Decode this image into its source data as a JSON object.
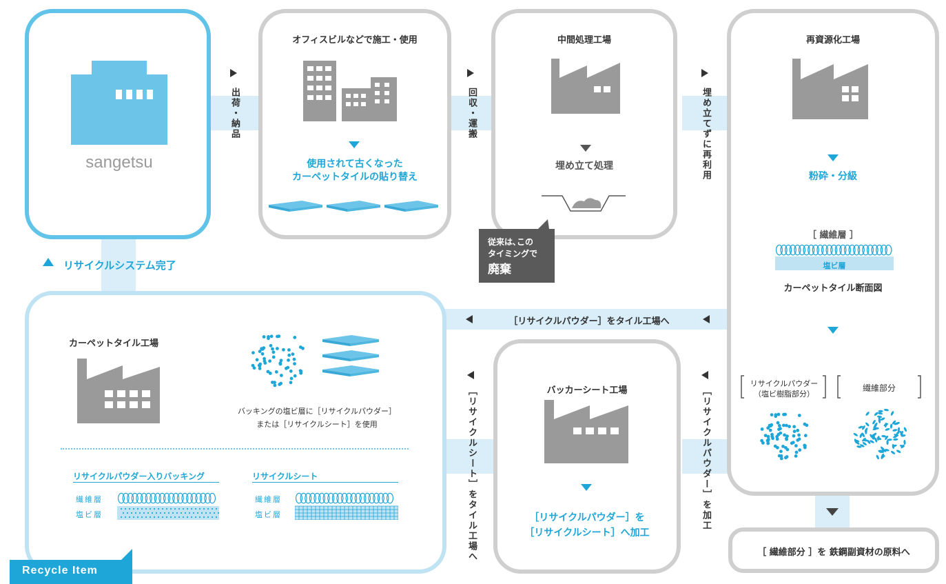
{
  "brand": "sangetsu",
  "recycle_complete": "リサイクルシステム完了",
  "recycle_item_tag": "Recycle Item",
  "office": {
    "title": "オフィスビルなどで施工・使用",
    "desc_line1": "使用されて古くなった",
    "desc_line2": "カーペットタイルの貼り替え"
  },
  "mid": {
    "title": "中間処理工場",
    "landfill": "埋め立て処理",
    "callout_line1": "従来は､この",
    "callout_line2": "タイミングで",
    "callout_big": "廃棄"
  },
  "reclaim": {
    "title": "再資源化工場",
    "crush": "粉砕・分級",
    "fiber_layer": "［ 繊維層 ］",
    "pvc_layer": "塩ビ層",
    "section_caption": "カーペットタイル断面図",
    "powder_line1": "リサイクルパウダー",
    "powder_line2": "（塩ビ樹脂部分）",
    "fiber_part": "繊維部分"
  },
  "steel_note": "［ 繊維部分 ］を 鉄鋼副資材の原料へ",
  "flows": {
    "ship": "出荷・納品",
    "collect": "回収・運搬",
    "reuse": "埋め立てずに再利用",
    "powder_to_tile": "［リサイクルパウダー］をタイル工場へ",
    "sheet_to_tile": "［リサイクルシート］をタイル工場へ",
    "powder_process": "［リサイクルパウダー］を加工"
  },
  "tile_factory": {
    "title": "カーペットタイル工場",
    "desc_line1": "バッキングの塩ビ層に［リサイクルパウダー］",
    "desc_line2": "または［リサイクルシート］を使用",
    "backing_title": "リサイクルパウダー入りバッキング",
    "sheet_title": "リサイクルシート",
    "fiber_label": "繊維層",
    "pvc_label": "塩ビ層"
  },
  "backer": {
    "title": "バッカーシート工場",
    "desc_line1": "［リサイクルパウダー］を",
    "desc_line2": "［リサイクルシート］へ加工"
  },
  "colors": {
    "accent": "#1ea6d8",
    "box_blue": "#62c3e8",
    "box_gray": "#cfcfcf",
    "band": "#d9eef8",
    "building": "#9a9a9a"
  }
}
